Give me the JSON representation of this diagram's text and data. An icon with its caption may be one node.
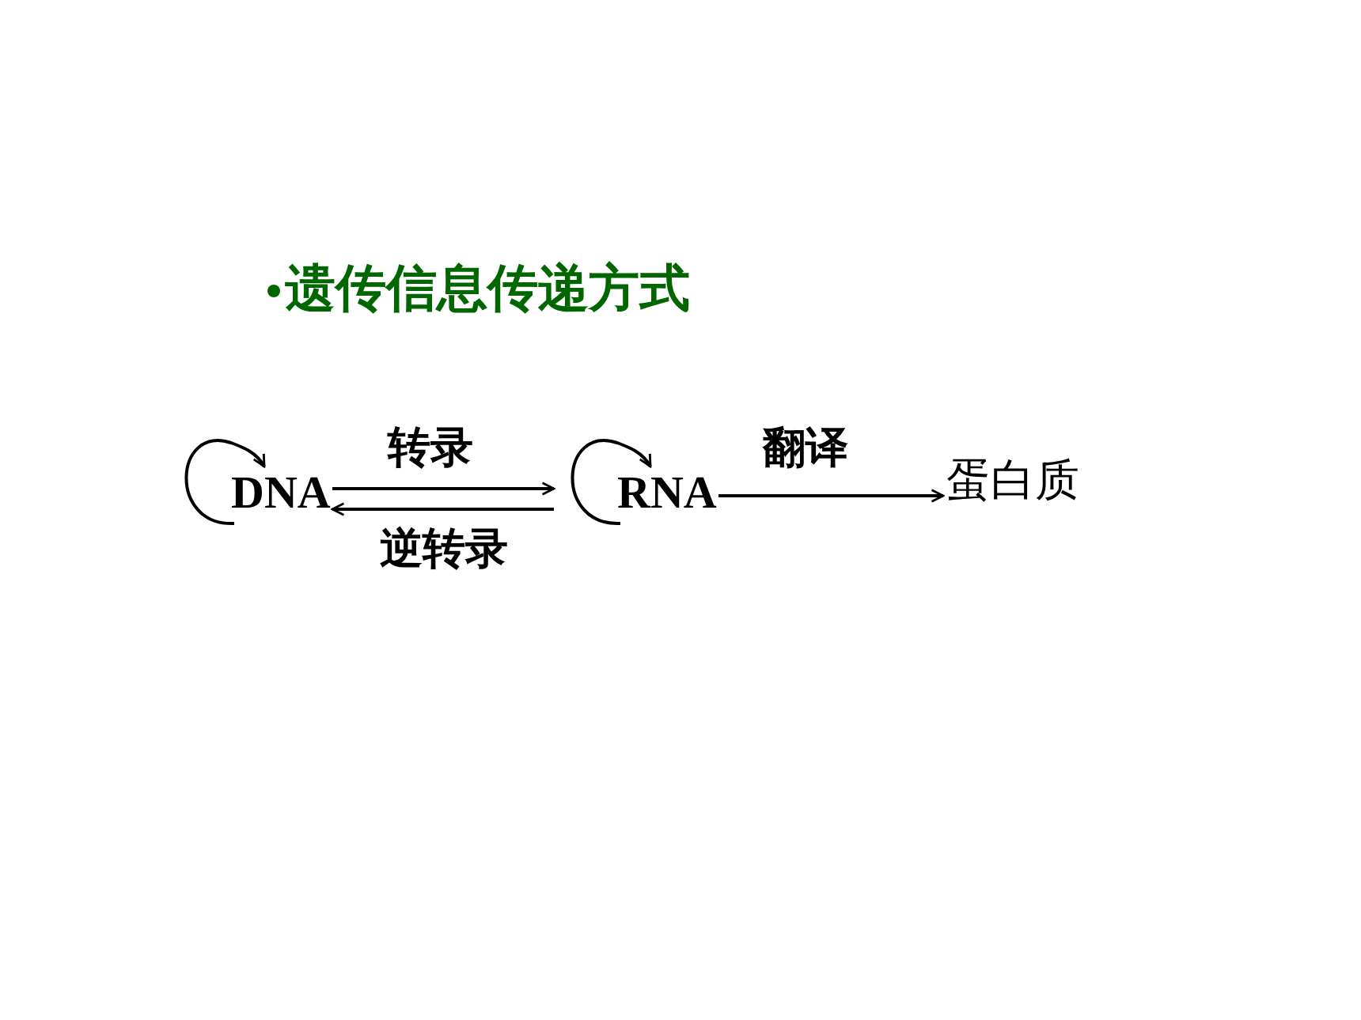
{
  "diagram": {
    "title": "遗传信息传递方式",
    "nodes": [
      {
        "text": [
          "DNA"
        ]
      },
      {
        "text": [
          "RNA"
        ]
      },
      {
        "text": [
          "蛋白质"
        ]
      }
    ],
    "edges": [
      {
        "from": 0,
        "to": 0,
        "arrow": "to"
      },
      {
        "from": 0,
        "to": 1,
        "arrow": "to",
        "label": "转录"
      },
      {
        "from": 1,
        "to": 0,
        "arrow": "to",
        "label": "逆转录"
      },
      {
        "from": 1,
        "to": 1,
        "arrow": "to"
      },
      {
        "from": 1,
        "to": 2,
        "arrow": "to",
        "label": "翻译"
      }
    ]
  }
}
